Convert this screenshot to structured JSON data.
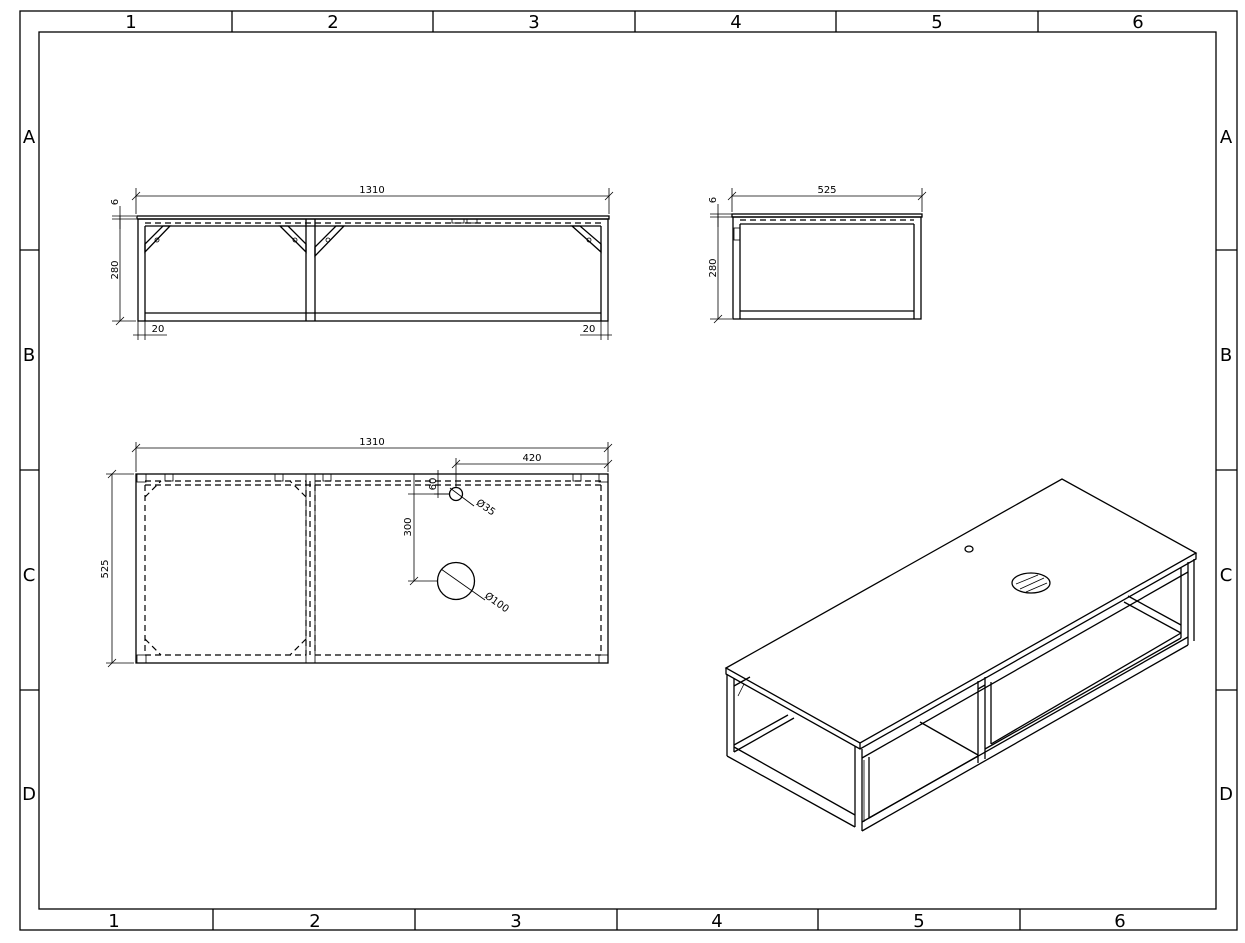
{
  "border": {
    "columns_top": [
      "1",
      "2",
      "3",
      "4",
      "5",
      "6"
    ],
    "columns_bottom": [
      "1",
      "2",
      "3",
      "4",
      "5",
      "6"
    ],
    "rows": [
      "A",
      "B",
      "C",
      "D"
    ]
  },
  "front_view": {
    "width_dim": "1310",
    "top_thickness_dim": "6",
    "height_dim": "280",
    "left_leg_dim": "20",
    "right_leg_dim": "20"
  },
  "side_view": {
    "depth_dim": "525",
    "top_thickness_dim": "6",
    "height_dim": "280"
  },
  "top_view": {
    "width_dim": "1310",
    "depth_dim": "525",
    "tap_hole_offset_dim": "420",
    "tap_hole_edge_dim": "60",
    "drain_offset_dim": "300",
    "tap_hole_diameter": "Ø35",
    "drain_diameter": "Ø100"
  }
}
